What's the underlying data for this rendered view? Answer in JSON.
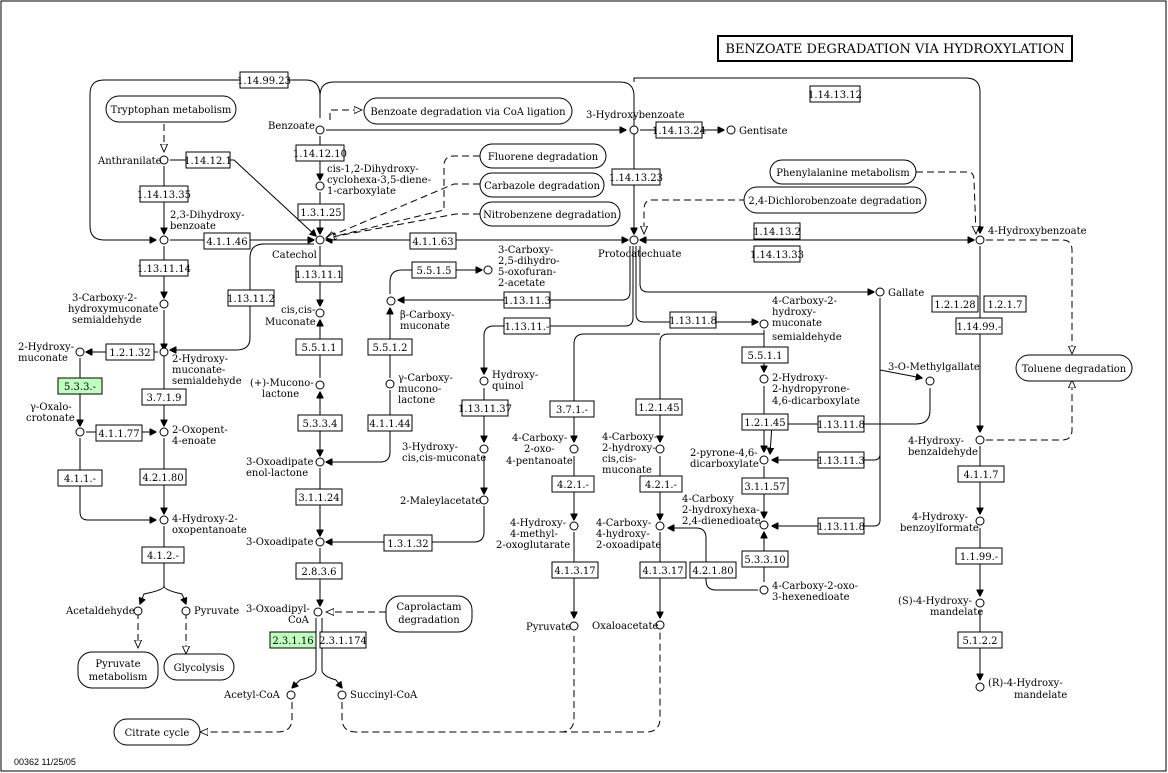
{
  "title": "BENZOATE DEGRADATION VIA HYDROXYLATION",
  "footer": "00362  11/25/05",
  "colors": {
    "highlight": "#bfffbf",
    "line": "#000000",
    "background": "#ffffff"
  },
  "compounds": {
    "benzoate": "Benzoate",
    "hydroxybenzoate3": "3-Hydroxybenzoate",
    "gentisate": "Gentisate",
    "anthranilate": "Anthranilate",
    "dihydrodiol": [
      "cis-1,2-Dihydroxy-",
      "cyclohexa-3,5-diene-",
      "1-carboxylate"
    ],
    "dihydroxybenzoate23": [
      "2,3-Dihydroxy-",
      "benzoate"
    ],
    "catechol": "Catechol",
    "protocatechuate": "Protocatechuate",
    "hydroxybenzoate4": "4-Hydroxybenzoate",
    "carboxydihydrooxofuran": [
      "3-Carboxy-",
      "2,5-dihydro-",
      "5-oxofuran-",
      "2-acetate"
    ],
    "gallate": "Gallate",
    "carboxyhydroxymuconatesa": [
      "3-Carboxy-2-",
      "hydroxymuconate",
      "semialdehyde"
    ],
    "ciscismuconate": [
      "cis,cis-",
      "Muconate"
    ],
    "bcarboxymuconate": [
      "β-Carboxy-",
      "muconate"
    ],
    "carboxyhydroxymuconatesa4": [
      "4-Carboxy-2-",
      "hydroxy-",
      "muconate",
      "semialdehyde"
    ],
    "hydroxymuconate2": [
      "2-Hydroxy-",
      "muconate"
    ],
    "hydroxymuconatesa2": [
      "2-Hydroxy-",
      "muconate-",
      "semialdehyde"
    ],
    "muconolactone": [
      "(+)-Mucono-",
      "lactone"
    ],
    "gcarboxymuconolactone": [
      "γ-Carboxy-",
      "mucono-",
      "lactone"
    ],
    "hydroxyquinol": [
      "Hydroxy-",
      "quinol"
    ],
    "hydroxyhydropyrone": [
      "2-Hydroxy-",
      "2-hydropyrone-",
      "4,6-dicarboxylate"
    ],
    "methylgallate": "3-O-Methylgallate",
    "oxalocrotonate": [
      "γ-Oxalo-",
      "crotonate"
    ],
    "oxopentenoate": [
      "2-Oxopent-",
      "4-enoate"
    ],
    "oxoadipateenollactone": [
      "3-Oxoadipate",
      "enol-lactone"
    ],
    "hydroxyciscismuconate": [
      "3-Hydroxy-",
      "cis,cis-muconate"
    ],
    "carboxyoxopentanoate": [
      "4-Carboxy-",
      "2-oxo-",
      "4-pentanoate"
    ],
    "carboxyhydroxycismuconate": [
      "4-Carboxy-",
      "2-hydroxy-",
      "cis,cis-",
      "muconate"
    ],
    "pyronedicarboxylate": [
      "2-pyrone-4,6-",
      "dicarboxylate"
    ],
    "hydroxybenzaldehyde": [
      "4-Hydroxy-",
      "benzaldehyde"
    ],
    "maleylacetate": "2-Maleylacetate",
    "carboxyhydroxyhexadienedioate": [
      "4-Carboxy",
      "2-hydroxyhexa-",
      "2,4-dienedioate"
    ],
    "hydroxyoxopentanoate": [
      "4-Hydroxy-2-",
      "oxopentanoate"
    ],
    "oxoadipate": "3-Oxoadipate",
    "hydroxymethyloxoglutarate": [
      "4-Hydroxy-",
      "4-methyl-",
      "2-oxoglutarate"
    ],
    "carboxyhydroxyoxoadipate": [
      "4-Carboxy-",
      "4-hydroxy-",
      "2-oxoadipate"
    ],
    "hydroxybenzoylformate": [
      "4-Hydroxy-",
      "benzoylformate"
    ],
    "carboxyoxohexenedioate": [
      "4-Carboxy-2-oxo-",
      "3-hexenedioate"
    ],
    "acetaldehyde": "Acetaldehyde",
    "pyruvate": "Pyruvate",
    "oxoadipylcoa": [
      "3-Oxoadipyl-",
      "CoA"
    ],
    "pyruvate2": "Pyruvate",
    "oxaloacetate": "Oxaloacetate",
    "shydroxymandelate": [
      "(S)-4-Hydroxy-",
      "mandelate"
    ],
    "acetylcoa": "Acetyl-CoA",
    "succinylcoa": "Succinyl-CoA",
    "rhydroxymandelate": [
      "(R)-4-Hydroxy-",
      "mandelate"
    ]
  },
  "pathways": {
    "tryptophan": "Tryptophan metabolism",
    "coa_ligation": "Benzoate degradation via CoA ligation",
    "fluorene": "Fluorene degradation",
    "carbazole": "Carbazole degradation",
    "nitrobenzene": "Nitrobenzene degradation",
    "phenylalanine": "Phenylalanine metabolism",
    "dichlorobenzoate": "2,4-Dichlorobenzoate degradation",
    "toluene": "Toluene degradation",
    "caprolactam": [
      "Caprolactam",
      "degradation"
    ],
    "pyruvate_met": [
      "Pyruvate",
      "metabolism"
    ],
    "glycolysis": "Glycolysis",
    "citrate": "Citrate cycle"
  },
  "enzymes": {
    "e1_14_99_23": "1.14.99.23",
    "e1_14_13_12": "1.14.13.12",
    "e1_14_13_24": "1.14.13.24",
    "e1_14_12_10": "1.14.12.10",
    "e1_14_12_1": "1.14.12.1",
    "e1_14_13_35": "1.14.13.35",
    "e1_3_1_25": "1.3.1.25",
    "e1_14_13_23": "1.14.13.23",
    "e4_1_1_46": "4.1.1.46",
    "e4_1_1_63": "4.1.1.63",
    "e1_14_13_2": "1.14.13.2",
    "e1_14_13_33": "1.14.13.33",
    "e1_13_11_14": "1.13.11.14",
    "e1_13_11_1": "1.13.11.1",
    "e5_5_1_5": "5.5.1.5",
    "e1_13_11_2": "1.13.11.2",
    "e1_13_11_3": "1.13.11.3",
    "e1_13_11_x": "1.13.11.-",
    "e1_13_11_8": "1.13.11.8",
    "e1_2_1_28": "1.2.1.28",
    "e1_2_1_7": "1.2.1.7",
    "e1_14_99_x": "1.14.99.-",
    "e1_2_1_32": "1.2.1.32",
    "e5_5_1_1a": "5.5.1.1",
    "e5_5_1_2": "5.5.1.2",
    "e5_5_1_1b": "5.5.1.1",
    "e5_3_3_x": "5.3.3.-",
    "e3_7_1_9": "3.7.1.9",
    "e3_7_1_x": "3.7.1.-",
    "e1_2_1_45a": "1.2.1.45",
    "e1_13_11_37": "1.13.11.37",
    "e1_2_1_45b": "1.2.1.45",
    "e4_1_1_77": "4.1.1.77",
    "e5_3_3_4": "5.3.3.4",
    "e4_1_1_44": "4.1.1.44",
    "e1_13_11_8b": "1.13.11.8",
    "e1_13_11_3b": "1.13.11.3",
    "e4_1_1_x": "4.1.1.-",
    "e4_2_1_80": "4.2.1.80",
    "e4_2_1_x_a": "4.2.1.-",
    "e4_2_1_x_b": "4.2.1.-",
    "e3_1_1_57": "3.1.1.57",
    "e4_1_1_7": "4.1.1.7",
    "e3_1_1_24": "3.1.1.24",
    "e1_13_11_8c": "1.13.11.8",
    "e1_3_1_32": "1.3.1.32",
    "e4_1_2_x": "4.1.2.-",
    "e5_3_3_10": "5.3.3.10",
    "e1_1_99_x": "1.1.99.-",
    "e2_8_3_6": "2.8.3.6",
    "e4_1_3_17a": "4.1.3.17",
    "e4_1_3_17b": "4.1.3.17",
    "e4_2_1_80b": "4.2.1.80",
    "e5_1_2_2": "5.1.2.2",
    "e2_3_1_16": "2.3.1.16",
    "e2_3_1_174": "2.3.1.174"
  }
}
